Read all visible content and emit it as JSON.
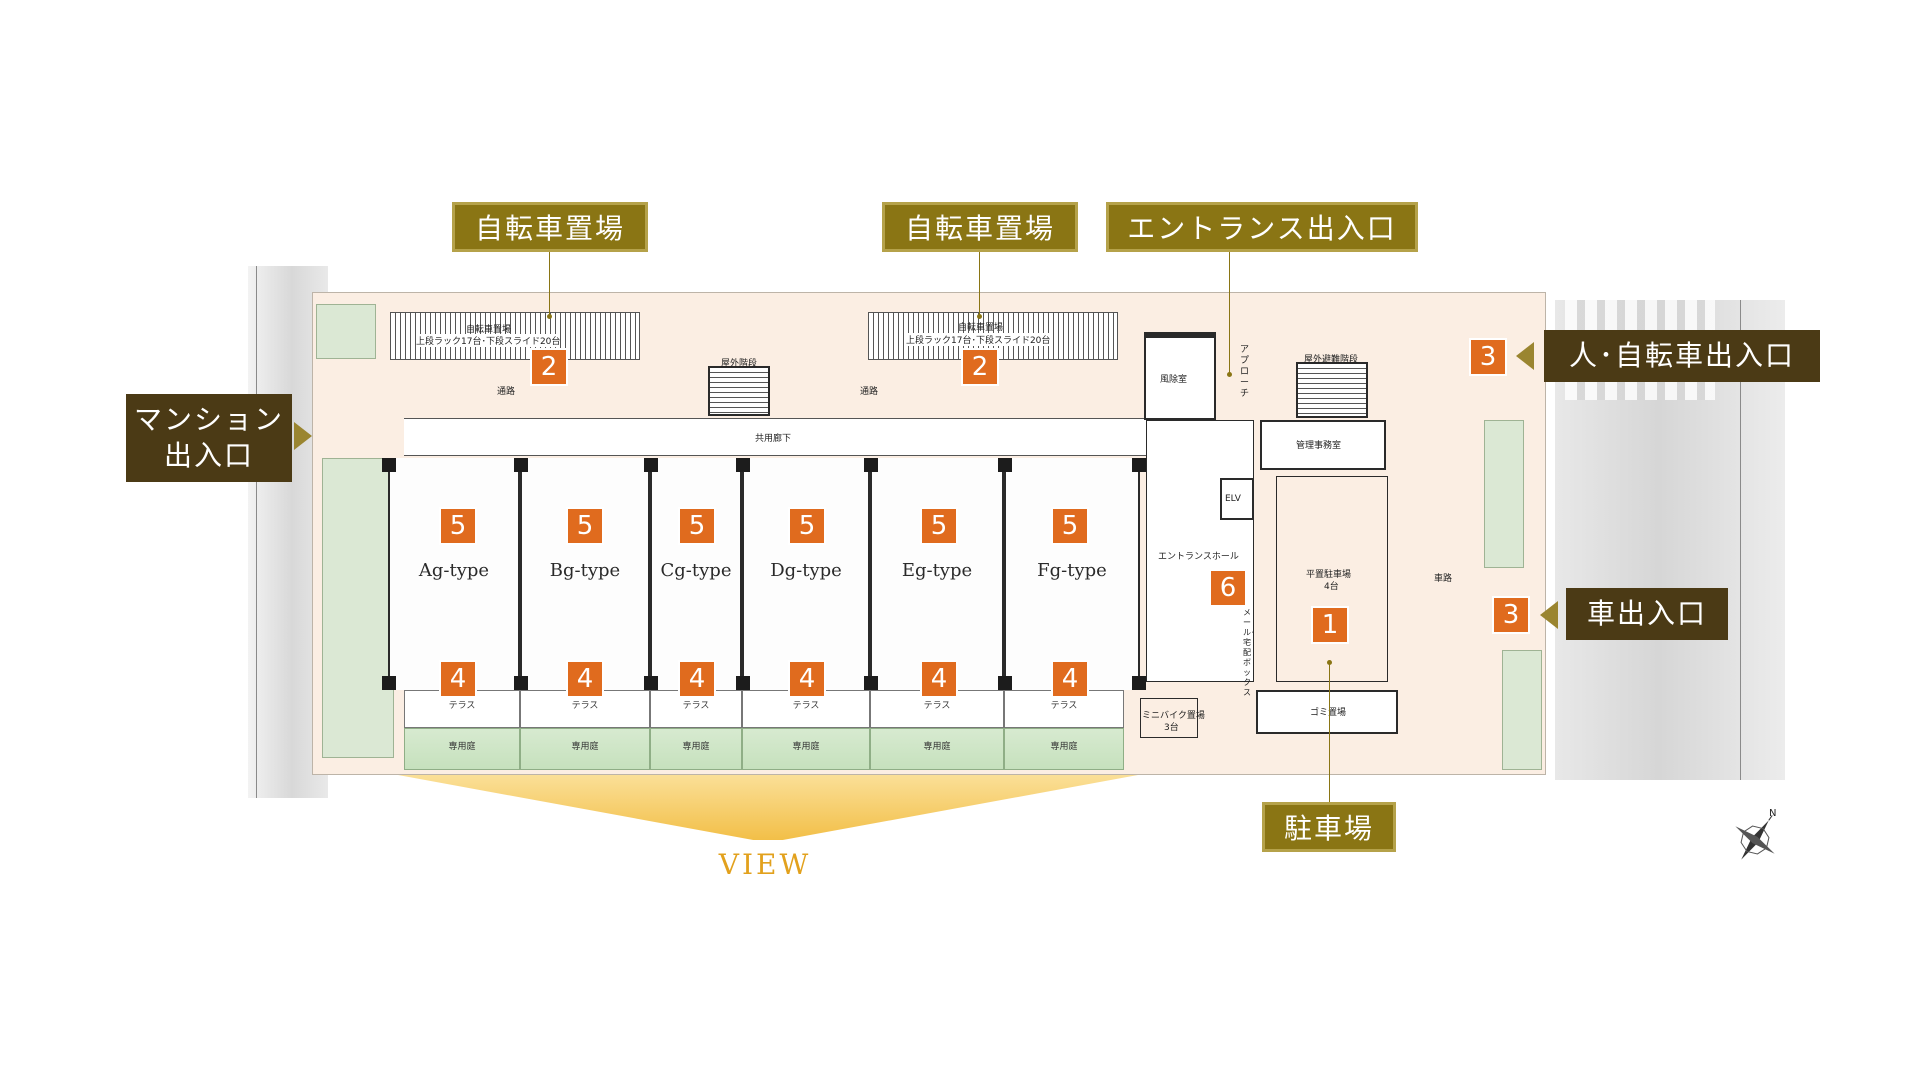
{
  "callouts": {
    "bike_parking_1": "自転車置場",
    "bike_parking_2": "自転車置場",
    "entrance": "エントランス出入口",
    "mansion_entrance_line1": "マンション",
    "mansion_entrance_line2": "出入口",
    "pedestrian_bike_entrance": "人･自転車出入口",
    "car_entrance": "車出入口",
    "parking": "駐車場",
    "view": "VIEW"
  },
  "units": [
    {
      "name": "Ag-type",
      "badge_top": "5",
      "badge_bottom": "4",
      "terrace": "テラス",
      "garden": "専用庭"
    },
    {
      "name": "Bg-type",
      "badge_top": "5",
      "badge_bottom": "4",
      "terrace": "テラス",
      "garden": "専用庭"
    },
    {
      "name": "Cg-type",
      "badge_top": "5",
      "badge_bottom": "4",
      "terrace": "テラス",
      "garden": "専用庭"
    },
    {
      "name": "Dg-type",
      "badge_top": "5",
      "badge_bottom": "4",
      "terrace": "テラス",
      "garden": "専用庭"
    },
    {
      "name": "Eg-type",
      "badge_top": "5",
      "badge_bottom": "4",
      "terrace": "テラス",
      "garden": "専用庭"
    },
    {
      "name": "Fg-type",
      "badge_top": "5",
      "badge_bottom": "4",
      "terrace": "テラス",
      "garden": "専用庭"
    }
  ],
  "badges": {
    "bike1": "2",
    "bike2": "2",
    "entrance_hall": "6",
    "parking": "1",
    "ped_entrance": "3",
    "car_entrance": "3"
  },
  "small_labels": {
    "bike_rack_title": "自転車置場",
    "bike_rack_detail": "上段ラック17台･下段スライド20台",
    "passage": "通路",
    "outdoor_stair": "屋外階段",
    "outdoor_evac_stair": "屋外避難階段",
    "common_corridor": "共用廊下",
    "windbreak_room": "風除室",
    "approach": "アプローチ",
    "management_office": "管理事務室",
    "elv": "ELV",
    "entrance_hall": "エントランスホール",
    "mailbox": "メール･宅配ボックス",
    "flat_parking": "平置駐車場",
    "flat_parking_count": "4台",
    "driveway": "車路",
    "mini_bike_parking": "ミニバイク置場",
    "mini_bike_count": "3台",
    "garbage": "ゴミ置場"
  },
  "compass": {
    "label": "N"
  },
  "colors": {
    "olive": "#8a7514",
    "dark_brown": "#4b3a15",
    "badge_orange": "#e06b1e",
    "site_beige": "#fbeee3",
    "garden_green": "#c6e1bd",
    "view_gold": "#e2a11d"
  }
}
